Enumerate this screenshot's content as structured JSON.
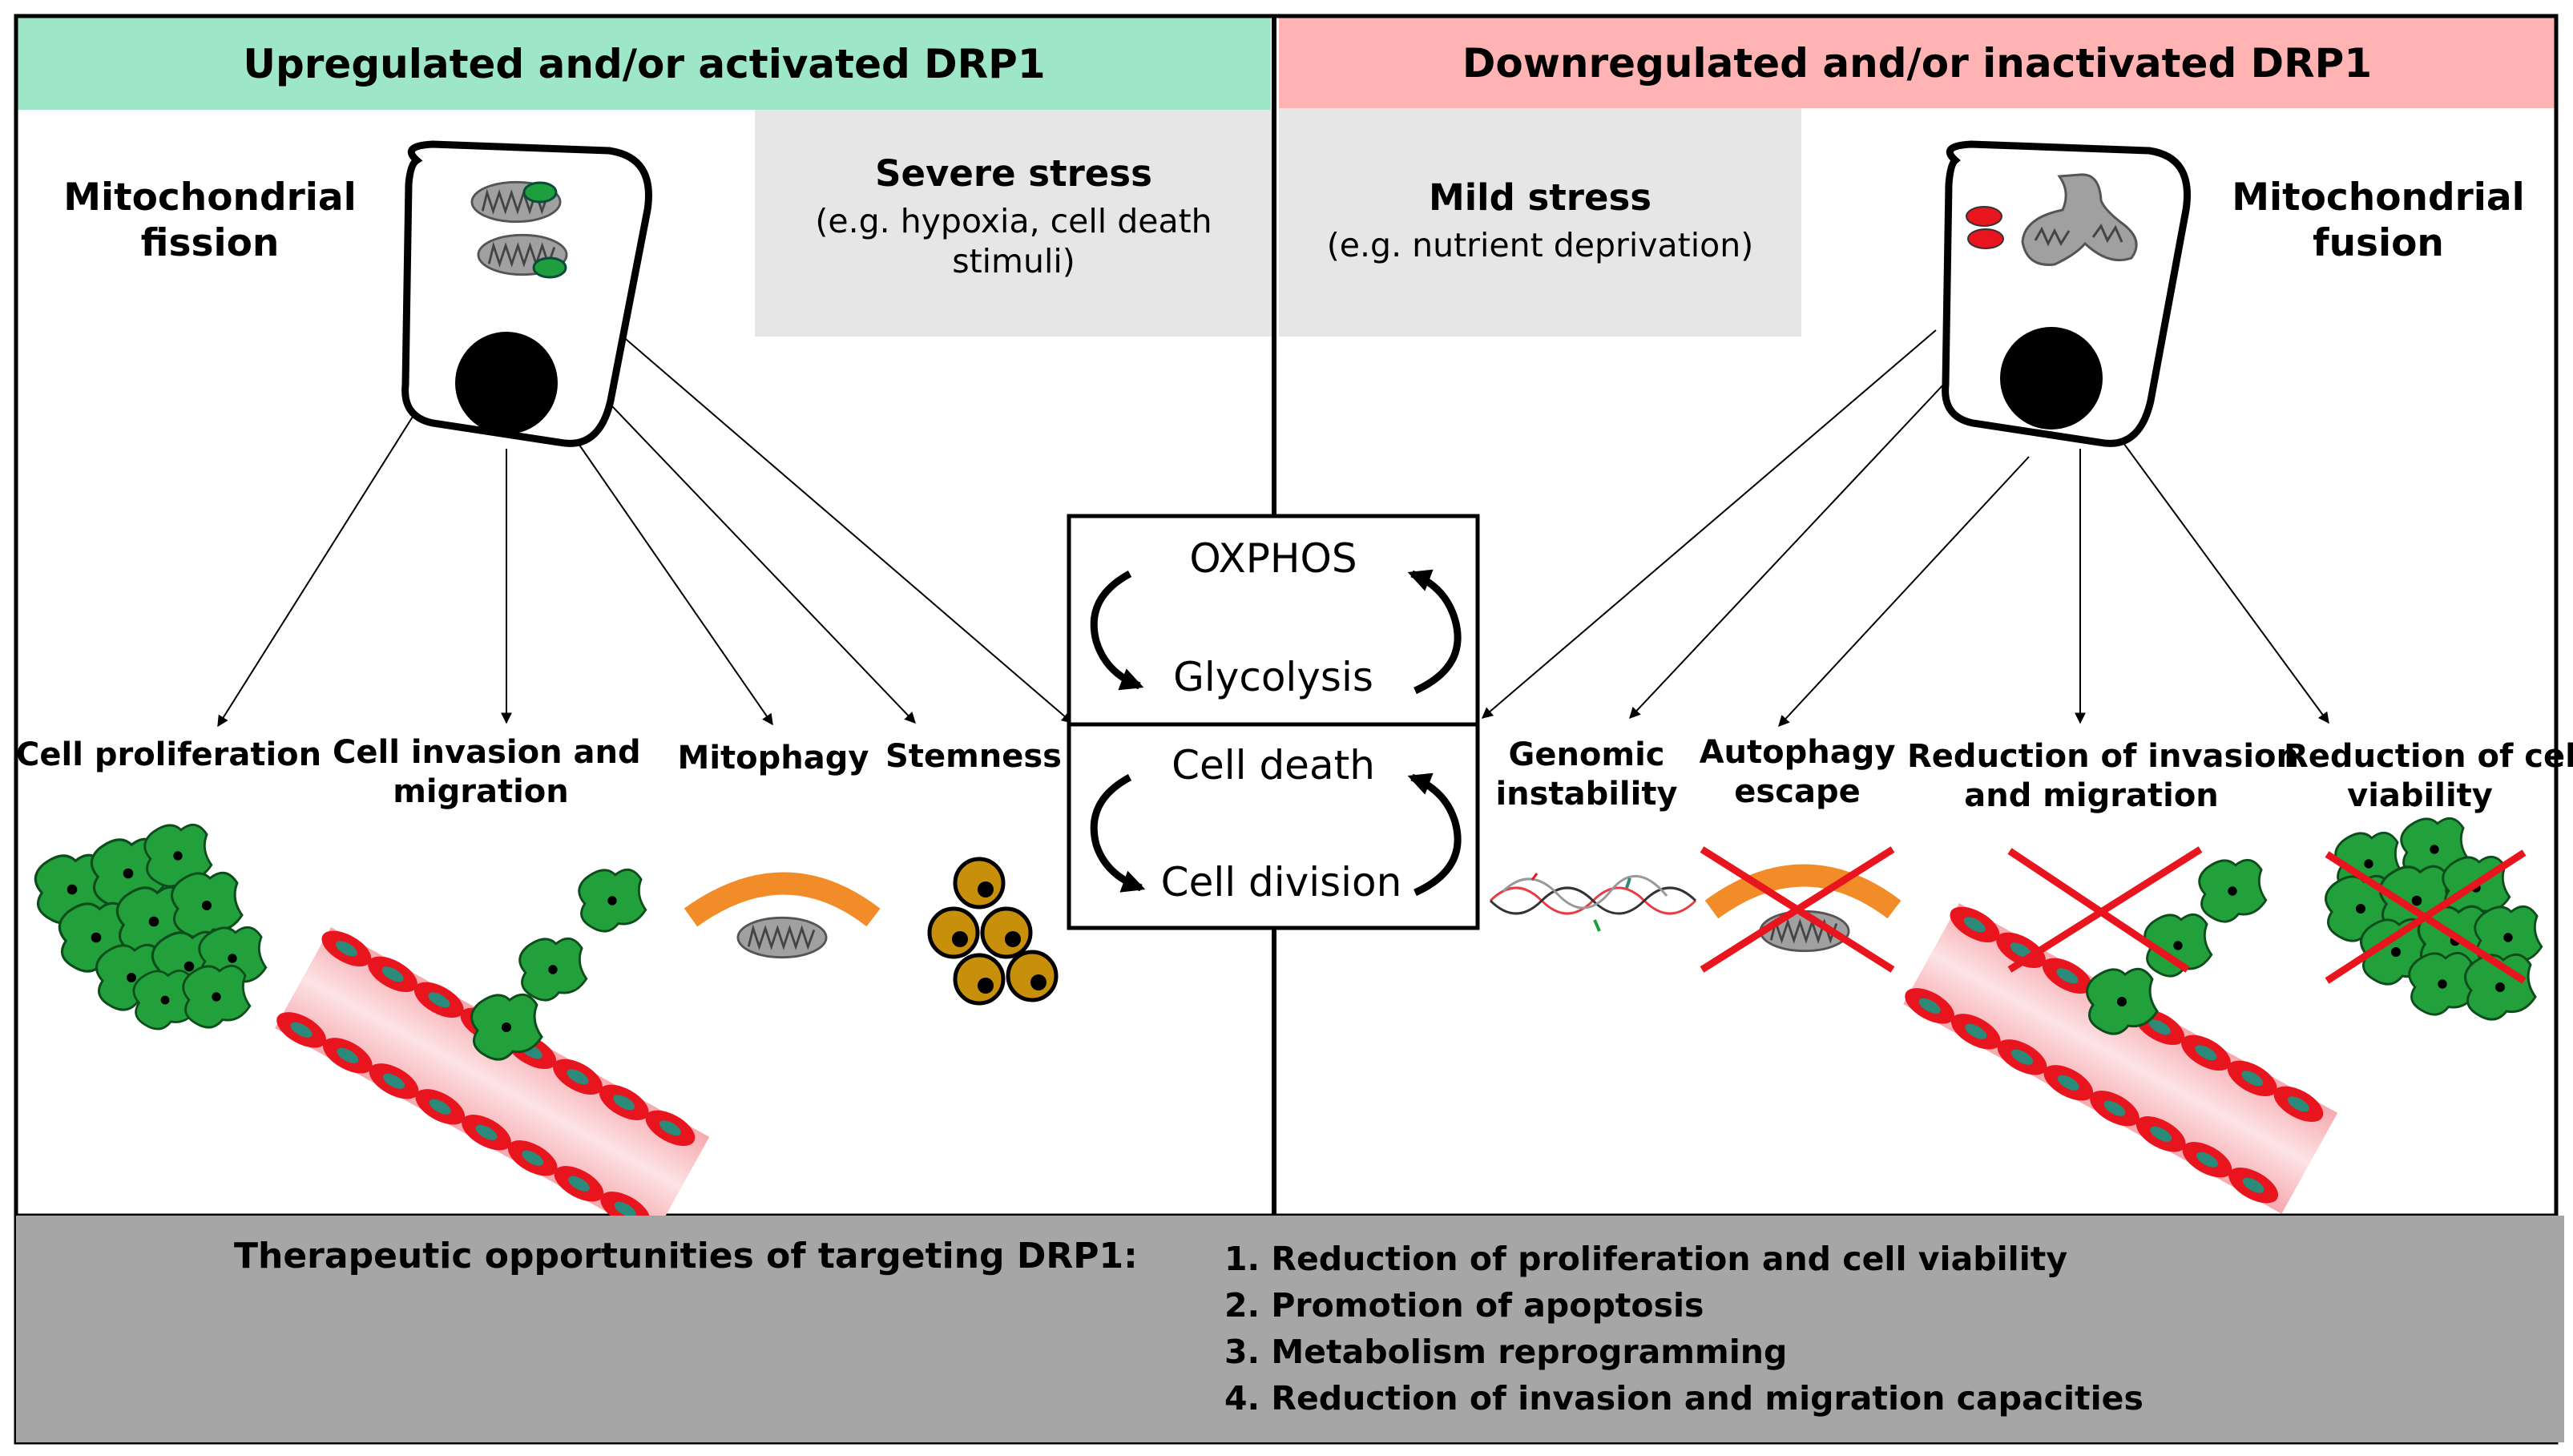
{
  "left_panel": {
    "banner": "Upregulated and/or activated DRP1",
    "banner_color": "#9ee6c8",
    "state_label": [
      "Mitochondrial",
      "fission"
    ],
    "stress_title": "Severe stress",
    "stress_detail": [
      "(e.g. hypoxia, cell death",
      "stimuli)"
    ],
    "outcomes": [
      [
        "Cell proliferation"
      ],
      [
        "Cell invasion and",
        "migration"
      ],
      [
        "Mitophagy"
      ],
      [
        "Stemness"
      ]
    ]
  },
  "right_panel": {
    "banner": "Downregulated and/or inactivated DRP1",
    "banner_color": "#ffb3b3",
    "state_label": [
      "Mitochondrial",
      "fusion"
    ],
    "stress_title": "Mild stress",
    "stress_detail": [
      "(e.g. nutrient deprivation)"
    ],
    "outcomes": [
      [
        "Genomic",
        "instability"
      ],
      [
        "Autophagy",
        "escape"
      ],
      [
        "Reduction of invasion",
        "and migration"
      ],
      [
        "Reduction of cell",
        "viability"
      ]
    ]
  },
  "center": {
    "top_box": [
      "OXPHOS",
      "Glycolysis"
    ],
    "bottom_box": [
      "Cell death",
      "Cell division"
    ]
  },
  "therapeutic": {
    "title": "Therapeutic opportunities of targeting DRP1:",
    "items": [
      "1. Reduction of proliferation and cell viability",
      "2. Promotion of apoptosis",
      "3. Metabolism reprogramming",
      "4. Reduction of invasion and migration capacities"
    ],
    "background_color": "#a6a6a6"
  },
  "colors": {
    "cell_green": "#1e9e3c",
    "blood_red": "#e8141e",
    "mitophagy_orange": "#f28c28",
    "stem_gold": "#c8900a",
    "cross_red": "#e8141e"
  },
  "icons": [
    "cell-icon",
    "mitochondrion-icon",
    "nucleus-icon",
    "green-cell-cluster-icon",
    "blood-vessel-icon",
    "mitophagy-icon",
    "stem-cell-cluster-icon",
    "dna-strand-icon",
    "cross-icon",
    "cycle-arrow-icon"
  ]
}
